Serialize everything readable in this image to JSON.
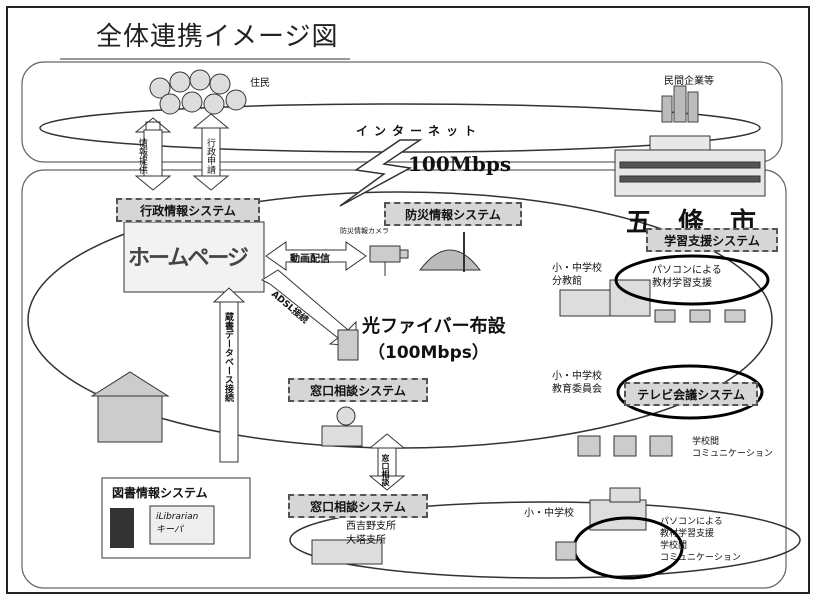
{
  "title": "全体連携イメージ図",
  "labels": {
    "jumin": "住民",
    "minkan": "民間企業等",
    "internet": "インターネット",
    "speed_top": "100Mbps",
    "city": "五　條　市",
    "fiber": "光ファイバー布設",
    "fiber_speed": "（100Mbps）",
    "school_branch": "小・中学校\n分教館",
    "school_board": "小・中学校\n教育委員会",
    "school_comm": "学校間\nコミュニケーション",
    "school_lower": "小・中学校",
    "pc_support_1": "パソコンによる\n教材学習支援",
    "pc_support_2": "パソコンによる\n教材学習支援\n学校間\nコミュニケーション",
    "branch_office": "西吉野支所\n大塔支所",
    "info_provide": "情報提供",
    "admin_app": "行政申請",
    "video_dist": "動画配信",
    "adsl": "ADSL接続",
    "data_link": "蔵書データベース接続",
    "window_consult": "窓口相談",
    "camera": "防災情報カメラ"
  },
  "systems": {
    "gyosei": "行政情報システム",
    "bosai": "防災情報システム",
    "gakushu": "学習支援システム",
    "madoguchi1": "窓口相談システム",
    "tv": "テレビ会議システム",
    "tosho": "図書情報システム",
    "madoguchi2": "窓口相談システム"
  },
  "homepage": "ホームページ",
  "library_screen": "iLibrarian\nキーパ"
}
